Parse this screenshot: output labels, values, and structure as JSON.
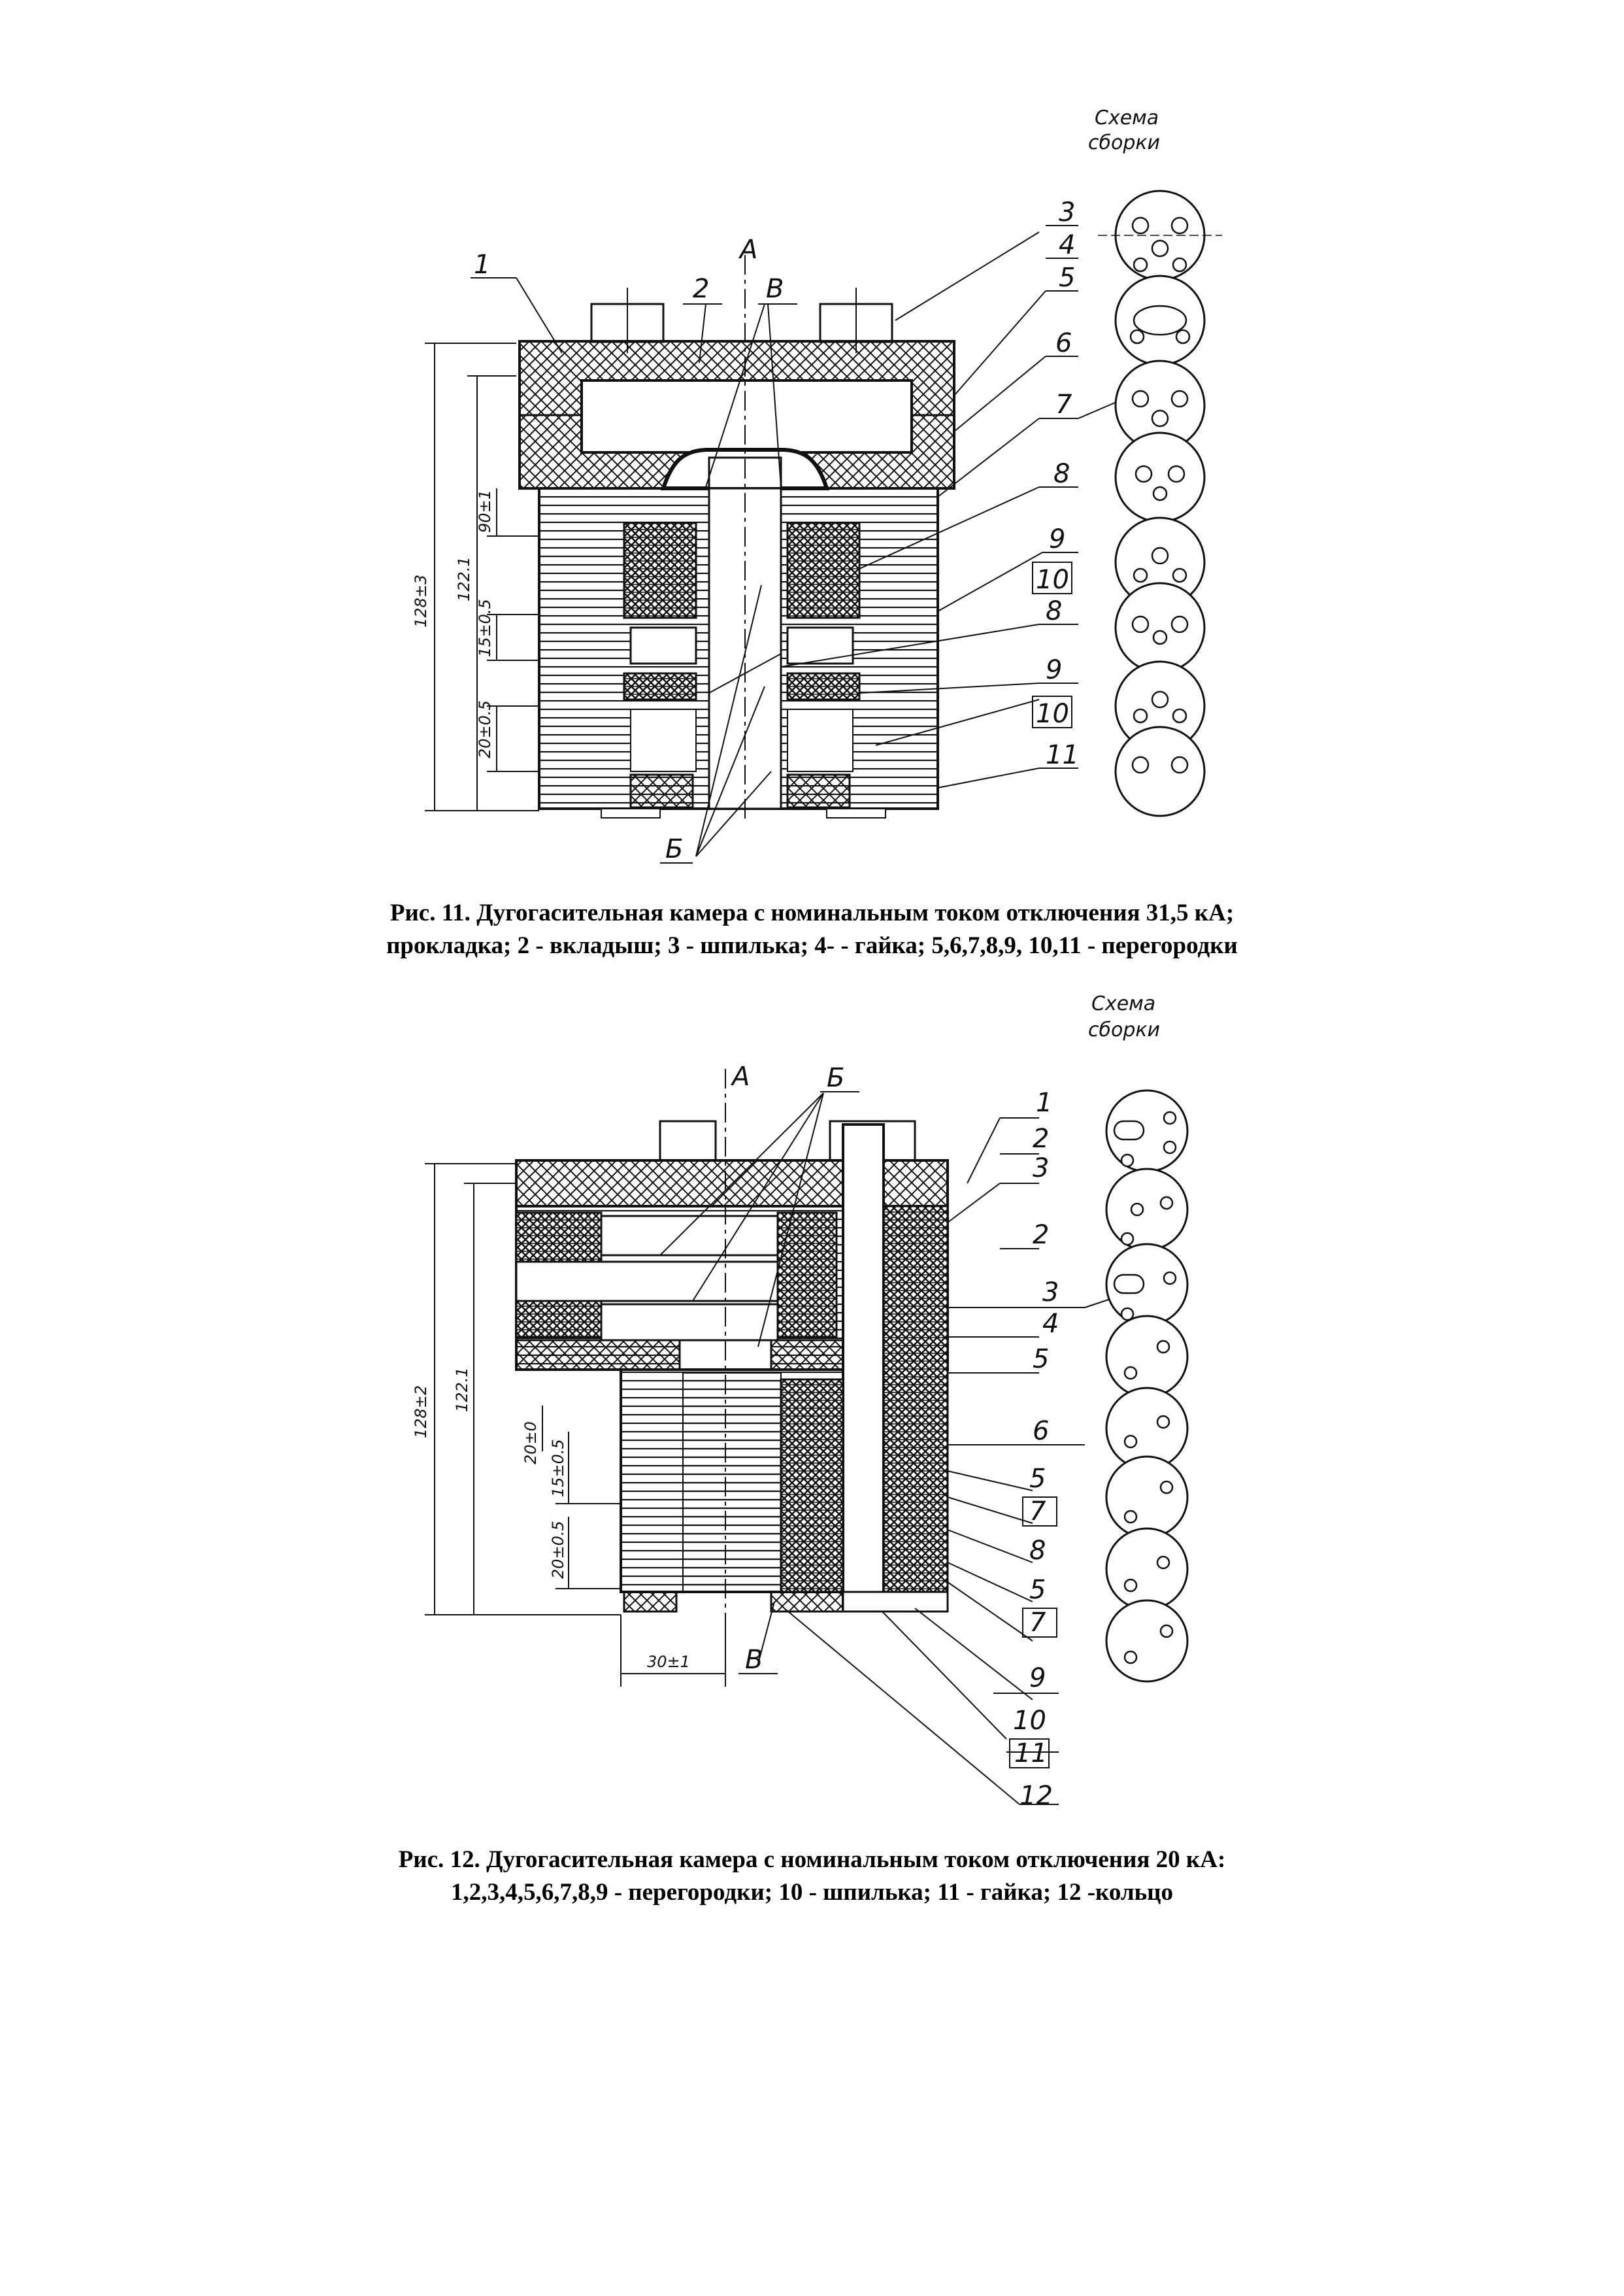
{
  "figure11": {
    "schema_label_line1": "Схема",
    "schema_label_line2": "сборки",
    "label_A": "А",
    "label_B_top": "В",
    "label_B_bottom": "Б",
    "callouts": [
      "1",
      "2",
      "3",
      "4",
      "5",
      "6",
      "7",
      "8",
      "9",
      "10",
      "8",
      "9",
      "10",
      "11"
    ],
    "dims": [
      "128±3",
      "122.1",
      "90±1",
      "15±0.5",
      "20±0.5"
    ],
    "caption_line1": "Рис. 11. Дугогасительная камера с номинальным током отключения 31,5 кА;",
    "caption_line2": "прокладка; 2 - вкладыш; 3 - шпилька; 4- - гайка; 5,6,7,8,9, 10,11 - перегородки"
  },
  "figure12": {
    "schema_label_line1": "Схема",
    "schema_label_line2": "сборки",
    "label_A": "А",
    "label_B_top": "Б",
    "label_B_bottom": "В",
    "callouts": [
      "1",
      "2",
      "3",
      "2",
      "3",
      "4",
      "5",
      "6",
      "5",
      "7",
      "8",
      "5",
      "7",
      "9",
      "10",
      "11",
      "12"
    ],
    "dims": [
      "128±2",
      "122.1",
      "20±0",
      "15±0.5",
      "20±0.5",
      "30±1"
    ],
    "caption_line1": "Рис. 12. Дугогасительная камера с номинальным током отключения 20 кА:",
    "caption_line2": "1,2,3,4,5,6,7,8,9 - перегородки; 10 - шпилька; 11 - гайка; 12 -кольцо"
  },
  "colors": {
    "ink": "#111111",
    "paper": "#ffffff"
  }
}
